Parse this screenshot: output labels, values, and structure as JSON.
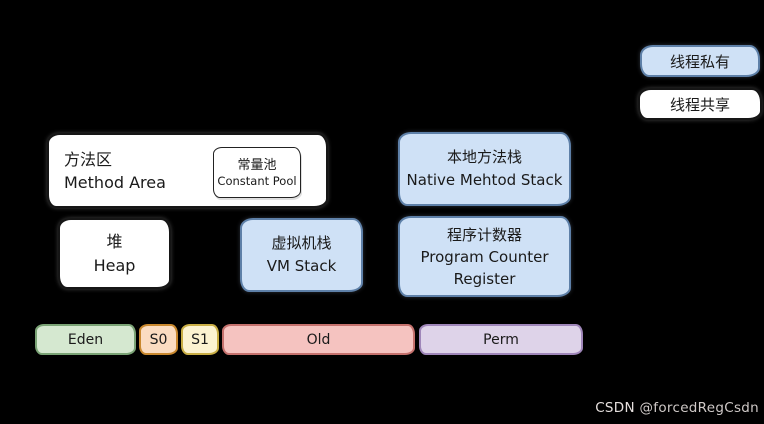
{
  "page": {
    "background": "#000000",
    "style": "hand-drawn JVM memory structure diagram"
  },
  "legend": {
    "thread_private": {
      "label": "线程私有",
      "fill": "#cfe1f6",
      "border": "#5e80a8"
    },
    "thread_shared": {
      "label": "线程共享",
      "fill": "#ffffff",
      "border": "#161616"
    }
  },
  "boxes": {
    "method_area": {
      "title_zh": "方法区",
      "title_en": "Method Area",
      "fill": "#ffffff"
    },
    "constant_pool": {
      "title_zh": "常量池",
      "title_en": "Constant Pool",
      "fill": "#ffffff"
    },
    "heap": {
      "title_zh": "堆",
      "title_en": "Heap",
      "fill": "#ffffff"
    },
    "vm_stack": {
      "title_zh": "虚拟机栈",
      "title_en": "VM Stack",
      "fill": "#cfe1f6"
    },
    "native_method_stack": {
      "title_zh": "本地方法栈",
      "title_en": "Native Mehtod Stack",
      "fill": "#cfe1f6"
    },
    "program_counter": {
      "title_zh": "程序计数器",
      "title_en": "Program Counter Register",
      "fill": "#cfe1f6"
    }
  },
  "generations_bar": {
    "segments": [
      {
        "label": "Eden",
        "fill": "#d5e8d0",
        "border": "#7aa375"
      },
      {
        "label": "S0",
        "fill": "#fbdcc1",
        "border": "#c9882e"
      },
      {
        "label": "S1",
        "fill": "#fcf3d1",
        "border": "#c9ae45"
      },
      {
        "label": "Old",
        "fill": "#f5c3c0",
        "border": "#c5716d"
      },
      {
        "label": "Perm",
        "fill": "#ded3e9",
        "border": "#9f86b9"
      }
    ]
  },
  "watermark": {
    "brand": "CSDN",
    "user": "@forcedRegCsdn"
  }
}
